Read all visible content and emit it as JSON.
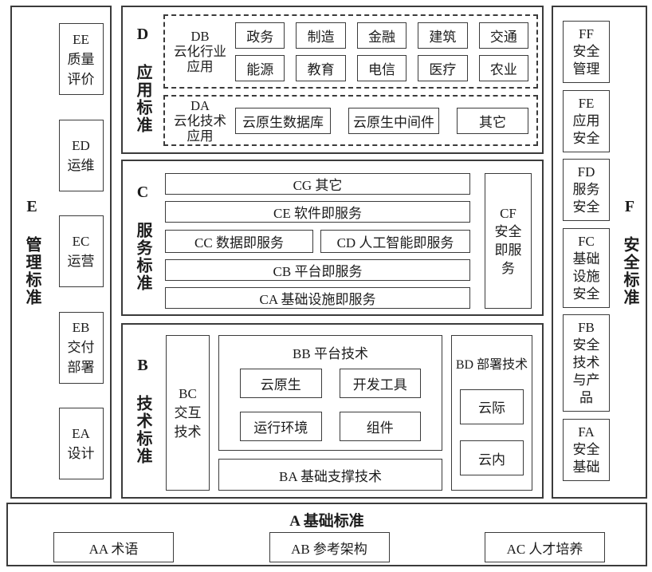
{
  "sections": {
    "e": {
      "title": "E 管理标准",
      "items": [
        "EE\n质量\n评价",
        "ED\n运维",
        "EC\n运营",
        "EB\n交付\n部署",
        "EA\n设计"
      ]
    },
    "d": {
      "title": "D 应用标准",
      "db": {
        "label": "DB\n云化行业\n应用",
        "row1": [
          "政务",
          "制造",
          "金融",
          "建筑",
          "交通"
        ],
        "row2": [
          "能源",
          "教育",
          "电信",
          "医疗",
          "农业"
        ]
      },
      "da": {
        "label": "DA\n云化技术\n应用",
        "items": [
          "云原生数据库",
          "云原生中间件",
          "其它"
        ]
      }
    },
    "c": {
      "title": "C 服务标准",
      "cg": "CG 其它",
      "ce": "CE 软件即服务",
      "cc": "CC 数据即服务",
      "cd": "CD 人工智能即服务",
      "cb": "CB 平台即服务",
      "ca": "CA 基础设施即服务",
      "cf": "CF\n安全\n即服\n务"
    },
    "b": {
      "title": "B 技术标准",
      "bc": "BC\n交互\n技术",
      "bb": {
        "label": "BB 平台技术",
        "items": [
          "云原生",
          "开发工具",
          "运行环境",
          "组件"
        ]
      },
      "ba": "BA 基础支撑技术",
      "bd": {
        "label": "BD 部署技术",
        "items": [
          "云际",
          "云内"
        ]
      }
    },
    "f": {
      "title": "F 安全标准",
      "items": [
        "FF\n安全\n管理",
        "FE\n应用\n安全",
        "FD\n服务\n安全",
        "FC\n基础\n设施\n安全",
        "FB\n安全\n技术\n与产\n品",
        "FA\n安全\n基础"
      ]
    },
    "a": {
      "title": "A 基础标准",
      "items": [
        "AA 术语",
        "AB 参考架构",
        "AC 人才培养"
      ]
    },
    "colors": {
      "line": "#3b3b3b",
      "text": "#1c1c1c",
      "background": "#ffffff"
    }
  }
}
